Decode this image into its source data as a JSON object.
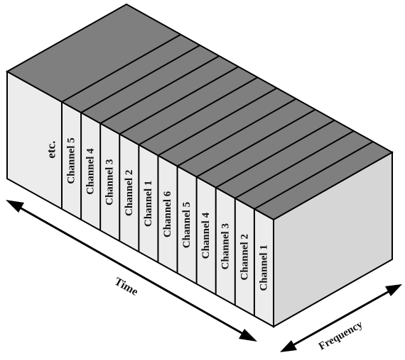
{
  "front_labels": [
    "etc.",
    "Channel 5",
    "Channel 4",
    "Channel 3",
    "Channel 2",
    "Channel 1",
    "Channel 6",
    "Channel 5",
    "Channel 4",
    "Channel 3",
    "Channel 2",
    "Channel 1"
  ],
  "time_label": "Time",
  "frequency_label": "Frequency",
  "colors": {
    "top_face": "#7f7f7f",
    "front_face": "#ececec",
    "side_face": "#d6d6d6",
    "stroke": "#000000"
  }
}
